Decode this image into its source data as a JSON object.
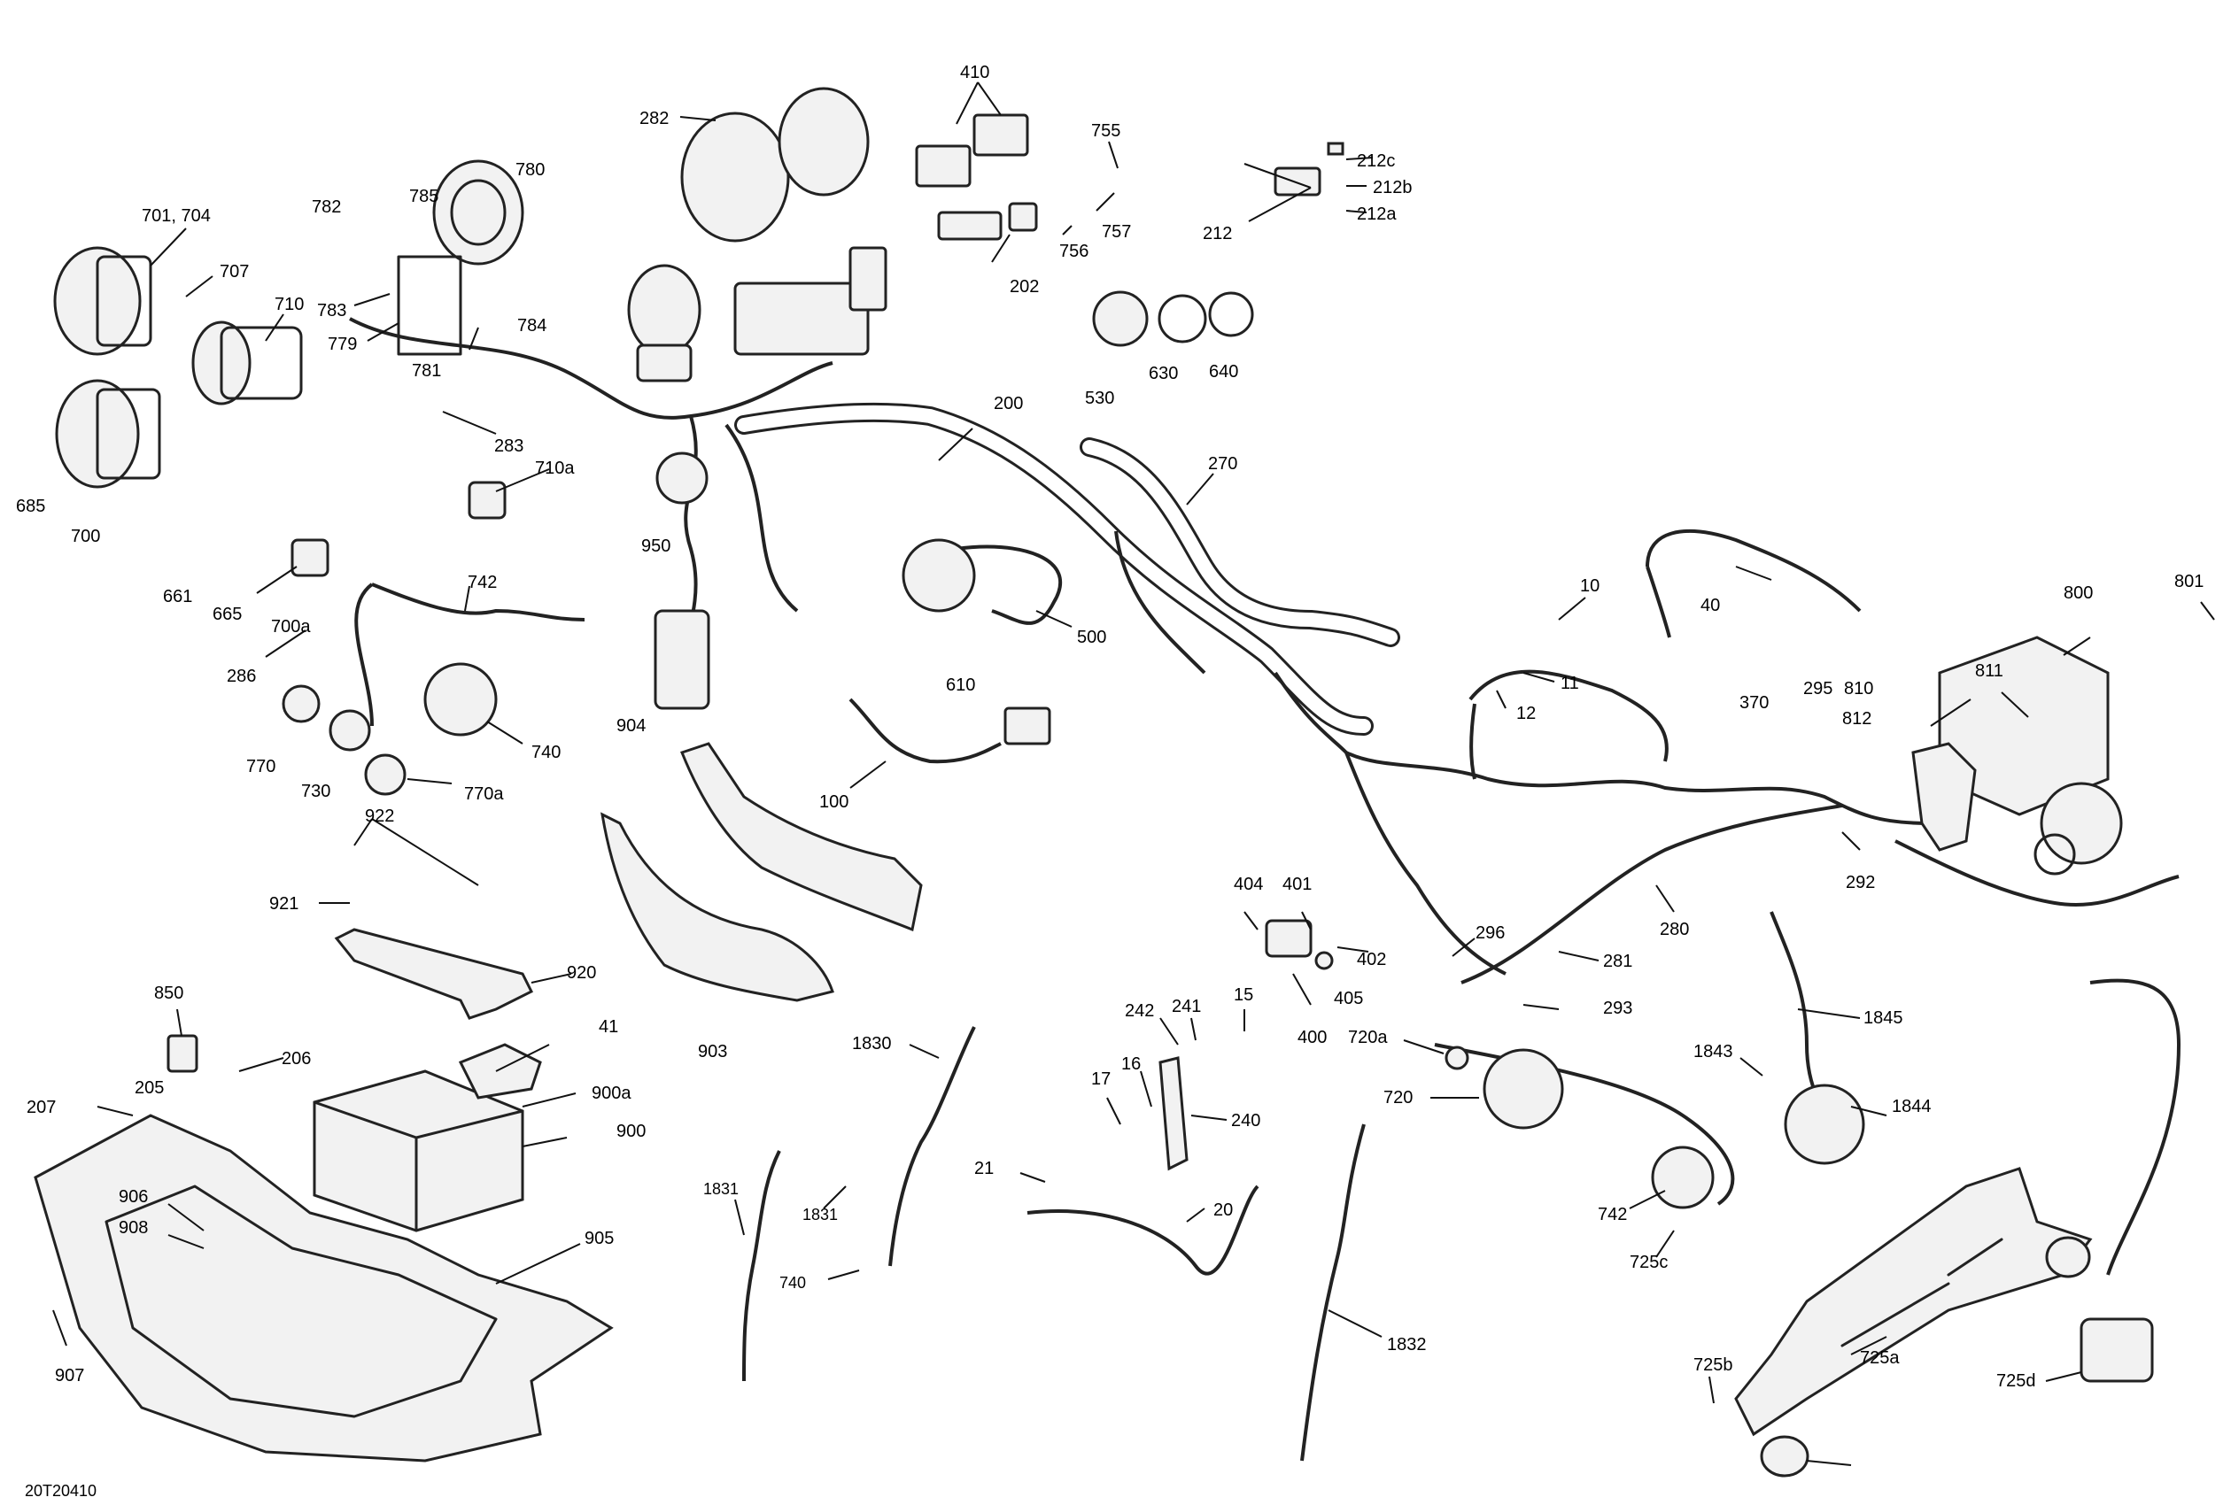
{
  "diagram_ref": "20T20410",
  "labels": [
    "410",
    "282",
    "755",
    "212c",
    "212b",
    "212a",
    "212",
    "757",
    "756",
    "202",
    "780",
    "785",
    "782",
    "701, 704",
    "707",
    "710",
    "783",
    "779",
    "784",
    "781",
    "685",
    "700",
    "283",
    "710a",
    "661",
    "665",
    "700a",
    "742",
    "286",
    "770",
    "730",
    "770a",
    "740",
    "530",
    "630",
    "640",
    "200",
    "270",
    "950",
    "500",
    "610",
    "100",
    "904",
    "903",
    "922",
    "921",
    "920",
    "850",
    "41",
    "206",
    "205",
    "207",
    "900a",
    "900",
    "906",
    "908",
    "905",
    "907",
    "10",
    "40",
    "11",
    "12",
    "370",
    "295",
    "810",
    "811",
    "812",
    "800",
    "801",
    "292",
    "404",
    "401",
    "402",
    "405",
    "400",
    "296",
    "281",
    "280",
    "293",
    "1845",
    "1843",
    "1844",
    "242",
    "241",
    "15",
    "16",
    "17",
    "240",
    "720a",
    "720",
    "21",
    "20",
    "1830",
    "1832",
    "1831",
    "740",
    "742",
    "725c",
    "725b",
    "725a",
    "725d"
  ]
}
